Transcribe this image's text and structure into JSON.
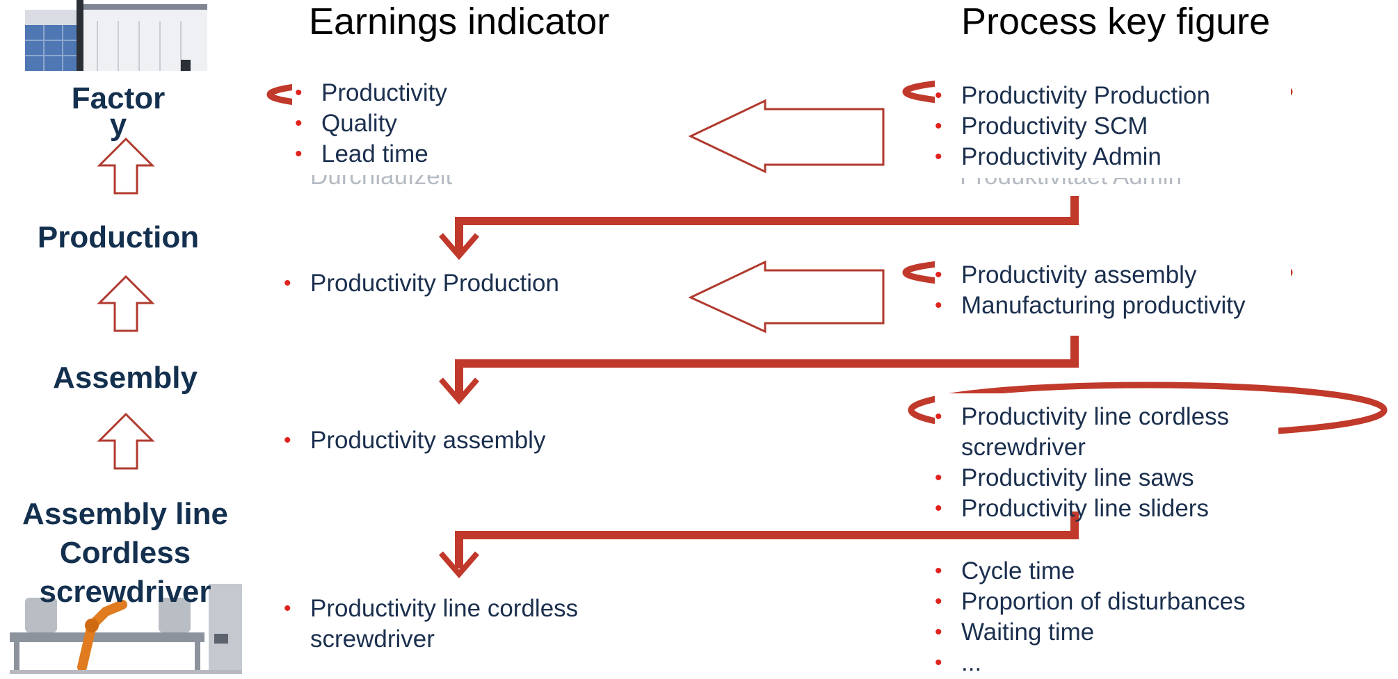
{
  "headers": {
    "earnings": "Earnings indicator",
    "process": "Process key figure"
  },
  "levels": {
    "factory_l1": "Factor",
    "factory_l2": "y",
    "production": "Production",
    "assembly": "Assembly",
    "line_l1": "Assembly line",
    "line_l2": "Cordless",
    "line_l3": "screwdriver"
  },
  "earnings": {
    "factory": [
      "Productivity",
      "Quality",
      "Lead time"
    ],
    "production": [
      "Productivity Production"
    ],
    "assembly": [
      "Productivity assembly"
    ],
    "line": [
      "Productivity line cordless screwdriver"
    ]
  },
  "process": {
    "factory": [
      "Productivity Production",
      "Productivity SCM",
      "Productivity Admin"
    ],
    "production": [
      "Productivity assembly",
      "Manufacturing productivity"
    ],
    "assembly": [
      "Productivity line cordless screwdriver",
      "Productivity line saws",
      "Productivity line sliders"
    ],
    "line": [
      "Cycle time",
      "Proportion of disturbances",
      "Waiting time",
      "..."
    ]
  },
  "ghost_text": {
    "earnings_behind": "Durchlaufzeit",
    "process_behind": "Produktivitaet Admin"
  },
  "colors": {
    "arrow_red": "#c0392b",
    "bullet_red": "#e0231c",
    "text_navy": "#14304f",
    "outline_red": "#b03a2e"
  },
  "icons": [
    "factory-building-icon",
    "robot-assembly-line-icon",
    "up-arrow-icon",
    "left-block-arrow-icon",
    "elbow-arrow-icon"
  ]
}
